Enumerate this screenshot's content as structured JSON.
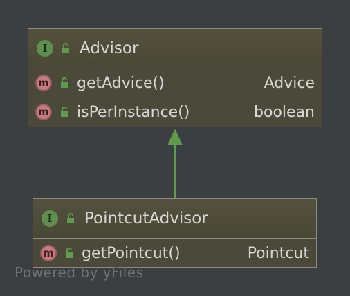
{
  "diagram": {
    "classes": [
      {
        "id": "advisor",
        "name": "Advisor",
        "stereotype_badge": "I",
        "members": [
          {
            "badge": "m",
            "name": "getAdvice()",
            "type": "Advice"
          },
          {
            "badge": "m",
            "name": "isPerInstance()",
            "type": "boolean"
          }
        ]
      },
      {
        "id": "pointcut-advisor",
        "name": "PointcutAdvisor",
        "stereotype_badge": "I",
        "members": [
          {
            "badge": "m",
            "name": "getPointcut()",
            "type": "Pointcut"
          }
        ]
      }
    ],
    "relations": [
      {
        "from": "PointcutAdvisor",
        "to": "Advisor",
        "kind": "extends",
        "color": "#5f9a4f"
      }
    ]
  },
  "watermark": "Powered by yFiles",
  "colors": {
    "background": "#3c3f41",
    "box_fill": "#4b4a3a",
    "box_border": "#8a8a82",
    "text": "#d7d7d4",
    "interface_badge": "#5f8f4f",
    "method_badge": "#c67a82",
    "lock_icon": "#5f9a4f",
    "inheritance_arrow": "#5f9a4f"
  }
}
